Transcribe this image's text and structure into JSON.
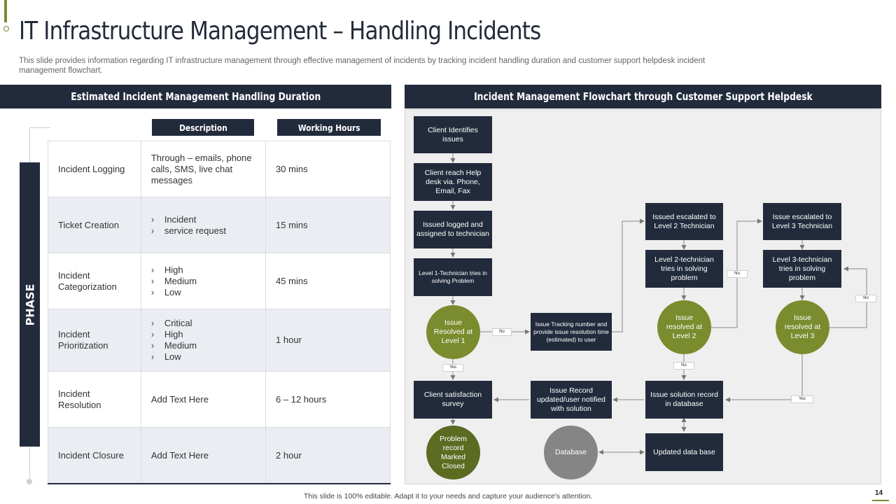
{
  "title": "IT Infrastructure Management – Handling Incidents",
  "subtitle": "This slide provides information regarding IT infrastructure management through effective management of incidents by tracking incident handling duration and customer support helpdesk incident management flowchart.",
  "left_panel": {
    "header": "Estimated Incident Management Handling Duration",
    "col_description": "Description",
    "col_hours": "Working Hours",
    "phase_label": "PHASE",
    "rows": [
      {
        "phase": "Incident Logging",
        "description": "Through – emails, phone calls, SMS, live chat messages",
        "bullets": [],
        "hours": "30 mins"
      },
      {
        "phase": "Ticket Creation",
        "description": "",
        "bullets": [
          "Incident",
          "service request"
        ],
        "hours": "15 mins"
      },
      {
        "phase": "Incident Categorization",
        "description": "",
        "bullets": [
          "High",
          "Medium",
          "Low"
        ],
        "hours": "45 mins"
      },
      {
        "phase": "Incident Prioritization",
        "description": "",
        "bullets": [
          "Critical",
          "High",
          "Medium",
          "Low"
        ],
        "hours": "1 hour"
      },
      {
        "phase": "Incident Resolution",
        "description": "Add Text Here",
        "bullets": [],
        "hours": "6 – 12 hours"
      },
      {
        "phase": "Incident Closure",
        "description": "Add Text Here",
        "bullets": [],
        "hours": "2 hour"
      }
    ]
  },
  "right_panel": {
    "header": "Incident Management Flowchart through Customer Support Helpdesk",
    "nodes": {
      "client_identifies": "Client Identifies issues",
      "client_reach": "Client reach Help desk via. Phone, Email,  Fax",
      "issued_logged": "Issued logged and assigned to technician",
      "level1_tries": "Level 1-Technician tries in solving Problem",
      "resolved_l1": "Issue Resolved at Level 1",
      "tracking": "Issue Tracking number and provide issue resolution time (estimated) to user",
      "escalated_l2": "Issued escalated to Level 2 Technician",
      "level2_tries": "Level 2-technician tries in solving problem",
      "resolved_l2": "Issue resolved at Level 2",
      "escalated_l3": "Issue escalated to Level 3 Technician",
      "level3_tries": "Level 3-technician tries in solving problem",
      "resolved_l3": "Issue resolved at Level 3",
      "satisfaction": "Client satisfaction survey",
      "issue_record": "Issue Record updated/user notified with solution",
      "solution_record": "Issue solution record in database",
      "problem_closed": "Problem record Marked Closed",
      "database": "Database",
      "updated_db": "Updated data base"
    },
    "labels": {
      "no": "No",
      "yes": "Yes"
    }
  },
  "footer": "This slide is 100% editable.  Adapt it to your needs and capture your audience's attention.",
  "page_number": "14",
  "colors": {
    "navy": "#222b3c",
    "olive": "#7a8c2e",
    "dark_olive": "#5c6b22",
    "grey": "#858585",
    "row_alt": "#eaeef3"
  }
}
